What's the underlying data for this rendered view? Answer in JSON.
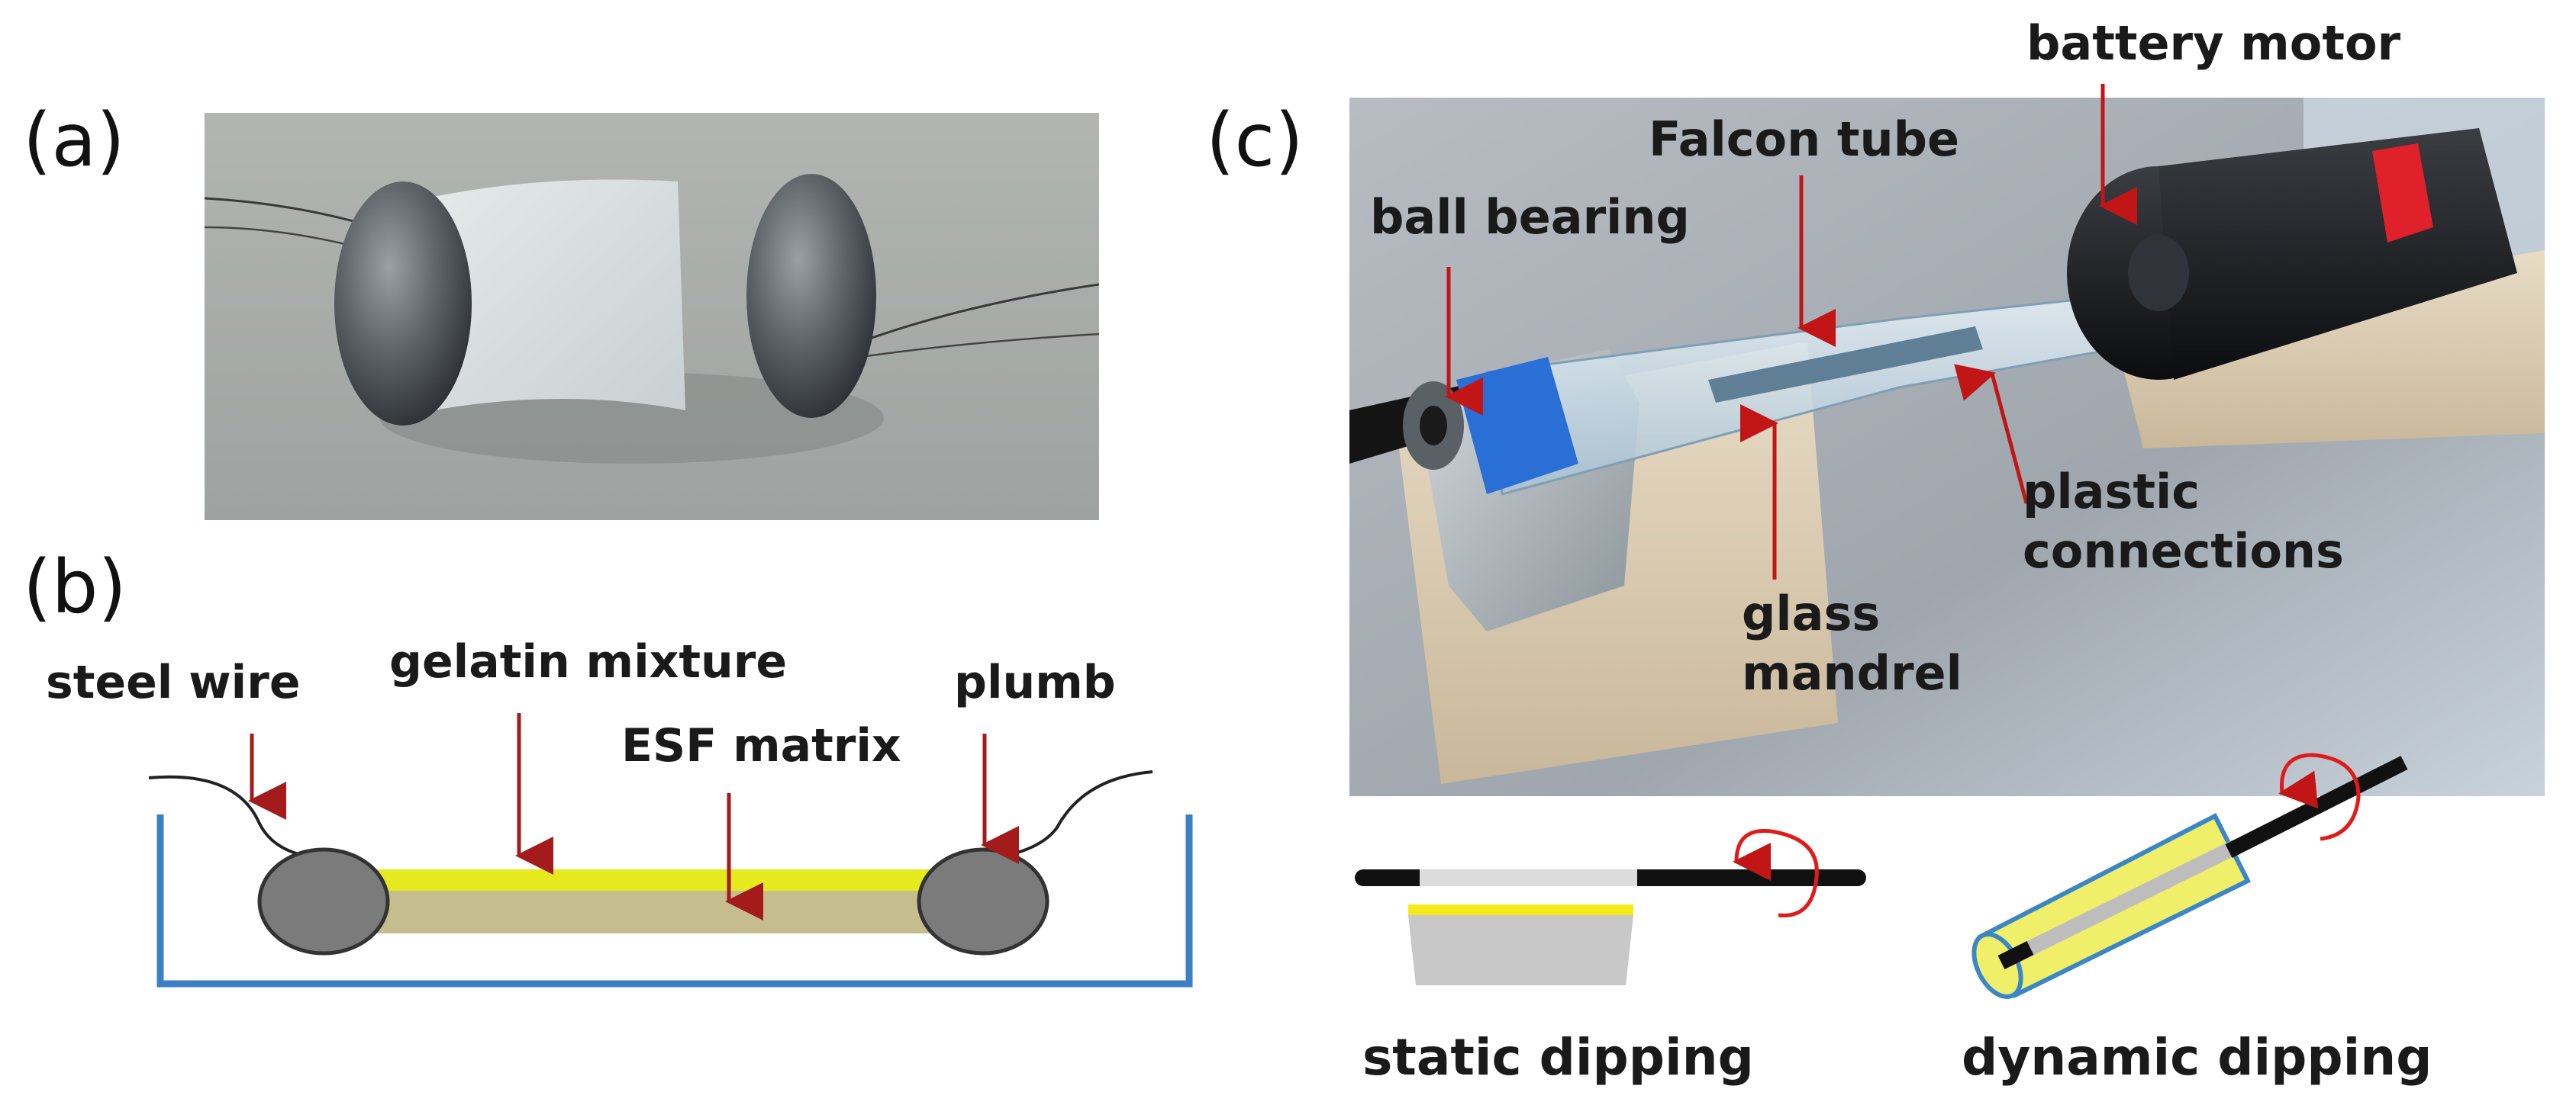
{
  "panels": {
    "a": {
      "label": "(a)"
    },
    "b": {
      "label": "(b)",
      "callouts": {
        "steel_wire": "steel wire",
        "gelatin_mixture": "gelatin mixture",
        "esf_matrix": "ESF matrix",
        "plumb": "plumb"
      }
    },
    "c": {
      "label": "(c)",
      "callouts": {
        "battery_motor": "battery motor",
        "falcon_tube": "Falcon tube",
        "ball_bearing": "ball bearing",
        "plastic_connections_1": "plastic",
        "plastic_connections_2": "connections",
        "glass_mandrel_1": "glass",
        "glass_mandrel_2": "mandrel"
      },
      "dipping": {
        "static": "static dipping",
        "dynamic": "dynamic dipping"
      }
    }
  },
  "colors": {
    "arrow": "#a31b1b",
    "tray": "#3b7fc4",
    "gelatin": "#e4ea1e",
    "matrix": "#c6bd8e",
    "plumb": "#7b7b7b",
    "rotation": "#e11a1a",
    "tube_outline": "#3b86c8"
  }
}
